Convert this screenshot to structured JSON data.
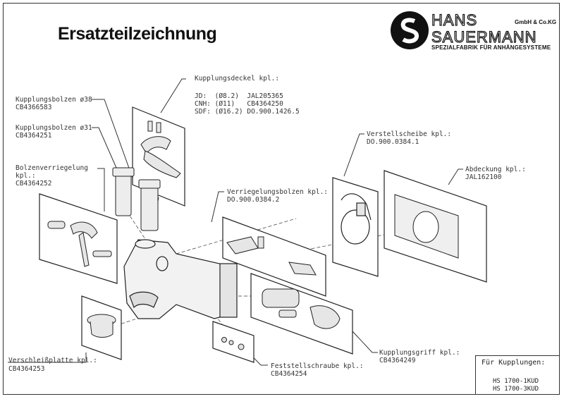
{
  "title": "Ersatzteilzeichnung",
  "logo": {
    "name_line1": "HANS",
    "name_line2": "SAUERMANN",
    "company_form": "GmbH & Co.KG",
    "tagline": "SPEZIALFABRIK FÜR ANHÄNGESYSTEME"
  },
  "parts": {
    "kupplungsdeckel": {
      "name": "Kupplungsdeckel kpl.:",
      "rows": [
        "JD:  (Ø8.2)  JAL205365",
        "CNH: (Ø11)   CB4364250",
        "SDF: (Ø16.2) DO.900.1426.5"
      ]
    },
    "bolzen38": {
      "name": "Kupplungsbolzen ø38",
      "code": "CB4366583"
    },
    "bolzen31": {
      "name": "Kupplungsbolzen ø31",
      "code": "CB4364251"
    },
    "bolzenverriegelung": {
      "name": "Bolzenverriegelung",
      "name2": "kpl.:",
      "code": "CB4364252"
    },
    "verriegelungsbolzen": {
      "name": "Verriegelungsbolzen kpl.:",
      "code": "DO.900.0384.2"
    },
    "verstellscheibe": {
      "name": "Verstellscheibe kpl.:",
      "code": "DO.900.0384.1"
    },
    "abdeckung": {
      "name": "Abdeckung kpl.:",
      "code": "JAL162100"
    },
    "verschleissplatte": {
      "name": "Verschleißplatte kpl.:",
      "code": "CB4364253"
    },
    "feststellschraube": {
      "name": "Feststellschraube kpl.:",
      "code": "CB4364254"
    },
    "kupplungsgriff": {
      "name": "Kupplungsgriff kpl.:",
      "code": "CB4364249"
    }
  },
  "title_block": {
    "heading": "Für Kupplungen:",
    "models": [
      "HS 1700-1KUD",
      "HS 1700-3KUD"
    ]
  },
  "colors": {
    "line": "#333333",
    "ink": "#111111",
    "background": "#ffffff"
  }
}
